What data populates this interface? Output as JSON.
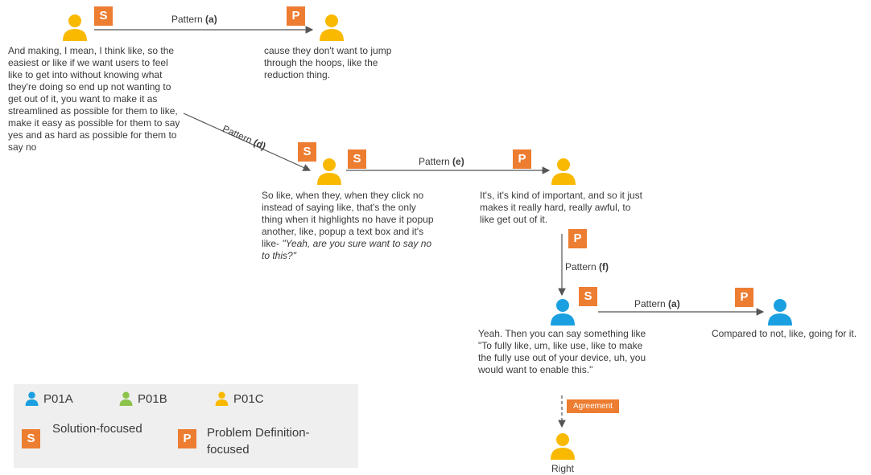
{
  "colors": {
    "P01A": "#1aa0e0",
    "P01B": "#8cc34a",
    "P01C": "#f9b900",
    "badge": "#ed7d31",
    "line": "#555555"
  },
  "nodes": {
    "n1": {
      "speaker": "P01C",
      "badge": "S",
      "text": "And making, I mean, I think like, so the easiest or like if we want users to feel like to get into without knowing what they're doing so end up not wanting to get out of it, you want to make it as streamlined as possible for them to like, make it easy as possible for them to say yes and as hard as possible for them to say no"
    },
    "n2": {
      "speaker": "P01C",
      "badge": "P",
      "text": "cause they don't want to jump through the hoops, like the reduction thing."
    },
    "n3": {
      "speaker": "P01C",
      "badges": [
        "S",
        "S"
      ],
      "text": "So like, when they, when they click no instead of saying like, that's the only thing when it highlights no have it popup another, like, popup a text box and it's like- ",
      "text_italic": "\"Yeah, are you sure want to say no to this?\""
    },
    "n4": {
      "speaker": "P01C",
      "badges": [
        "P",
        "P"
      ],
      "text": "It's, it's kind of important, and so it just makes it really hard, really awful, to like get out of it."
    },
    "n5": {
      "speaker": "P01A",
      "badge": "S",
      "text": "Yeah. Then you can say something like \"To fully like, um, like use, like to make the fully use out of your device, uh, you would want to enable this.\""
    },
    "n6": {
      "speaker": "P01A",
      "badge": "P",
      "text": "Compared to not, like, going for it."
    },
    "n7": {
      "speaker": "P01C",
      "text": "Right"
    }
  },
  "edges": [
    {
      "label": "Pattern",
      "code": "(a)",
      "from": "n1",
      "to": "n2"
    },
    {
      "label": "Pattern",
      "code": "(d)",
      "from": "n1",
      "to": "n3"
    },
    {
      "label": "Pattern",
      "code": "(e)",
      "from": "n3",
      "to": "n4"
    },
    {
      "label": "Pattern",
      "code": "(f)",
      "from": "n4",
      "to": "n5"
    },
    {
      "label": "Pattern",
      "code": "(a)",
      "from": "n5",
      "to": "n6"
    },
    {
      "label": "Agreement",
      "from": "n5",
      "to": "n7",
      "style": "dashed"
    }
  ],
  "legend": {
    "participants": [
      {
        "id": "P01A",
        "icon": "person-icon-blue"
      },
      {
        "id": "P01B",
        "icon": "person-icon-green"
      },
      {
        "id": "P01C",
        "icon": "person-icon-yellow"
      }
    ],
    "badges": [
      {
        "letter": "S",
        "text": "Solution-focused"
      },
      {
        "letter": "P",
        "text": "Problem Definition-focused"
      }
    ]
  }
}
